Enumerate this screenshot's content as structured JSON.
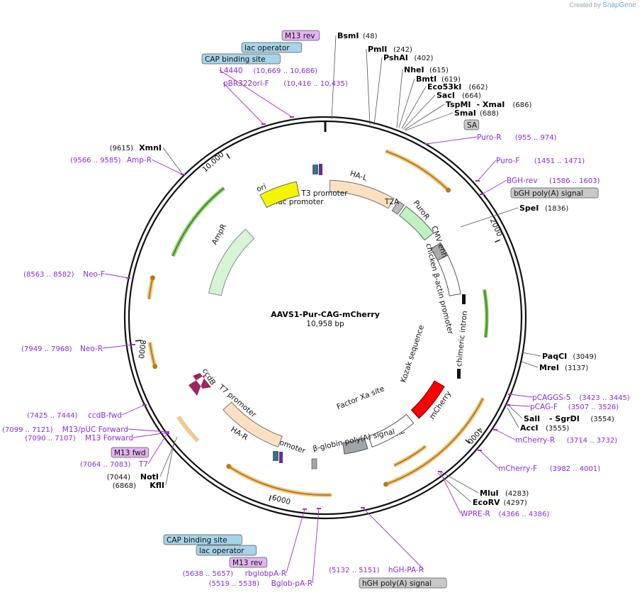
{
  "credit": {
    "prefix": "Created by",
    "brand": "SnapGene"
  },
  "plasmid": {
    "name": "AAVS1-Pur-CAG-mCherry",
    "size_label": "10,958 bp",
    "length": 10958
  },
  "colors": {
    "orange_arrow": "#e8a33c",
    "green_arrow": "#4a9e2a",
    "primer": "#9b30d9",
    "tag_blue": "#a7d3e8",
    "tag_purple": "#e4b3f2",
    "tag_gray": "#c8c8c8"
  },
  "ruler_labels": [
    "2000",
    "4000",
    "6000",
    "8000",
    "10,000"
  ],
  "sites": [
    {
      "name": "BsmI",
      "pos": "(48)"
    },
    {
      "name": "PmlI",
      "pos": "(242)"
    },
    {
      "name": "PshAI",
      "pos": "(402)"
    },
    {
      "name": "NheI",
      "pos": "(615)"
    },
    {
      "name": "BmtI",
      "pos": "(619)"
    },
    {
      "name": "Eco53kI",
      "pos": "(662)"
    },
    {
      "name": "SacI",
      "pos": "(664)"
    },
    {
      "name": "TspMI",
      "name2": "XmaI",
      "pos": "(686)"
    },
    {
      "name": "SmaI",
      "pos": "(688)"
    },
    {
      "name": "SpeI",
      "pos": "(1836)"
    },
    {
      "name": "PaqCI",
      "pos": "(3049)"
    },
    {
      "name": "MreI",
      "pos": "(3137)"
    },
    {
      "name": "SalI",
      "name2": "SgrDI",
      "pos": "(3554)"
    },
    {
      "name": "AccI",
      "pos": "(3555)"
    },
    {
      "name": "MluI",
      "pos": "(4283)"
    },
    {
      "name": "EcoRV",
      "pos": "(4297)"
    },
    {
      "name": "KflI",
      "pos": "(6868)"
    },
    {
      "name": "NotI",
      "pos": "(7044)"
    },
    {
      "name": "XmnI",
      "pos": "(9615)"
    }
  ],
  "primers": [
    {
      "name": "Puro-R",
      "pos": "(955 .. 974)"
    },
    {
      "name": "Puro-F",
      "pos": "(1451 .. 1471)"
    },
    {
      "name": "BGH-rev",
      "pos": "(1586 .. 1603)"
    },
    {
      "name": "pCAGGS-5",
      "pos": "(3423 .. 3445)"
    },
    {
      "name": "pCAG-F",
      "pos": "(3507 .. 3526)"
    },
    {
      "name": "mCherry-R",
      "pos": "(3714 .. 3732)"
    },
    {
      "name": "mCherry-F",
      "pos": "(3982 .. 4001)"
    },
    {
      "name": "WPRE-R",
      "pos": "(4366 .. 4386)"
    },
    {
      "name": "hGH-PA-R",
      "pos": "(5132 .. 5151)"
    },
    {
      "name": "Bglob-pA-R",
      "pos": "(5519 .. 5538)"
    },
    {
      "name": "rbglobpA-R",
      "pos": "(5638 .. 5657)"
    },
    {
      "name": "T7",
      "pos": "(7064 .. 7083)"
    },
    {
      "name": "M13 Forward",
      "pos": "(7090 .. 7107)"
    },
    {
      "name": "M13/pUC Forward",
      "pos": "(7099 .. 7121)"
    },
    {
      "name": "ccdB-fwd",
      "pos": "(7425 .. 7444)"
    },
    {
      "name": "Neo-R",
      "pos": "(7949 .. 7968)"
    },
    {
      "name": "Neo-F",
      "pos": "(8563 .. 8582)"
    },
    {
      "name": "Amp-R",
      "pos": "(9566 .. 9585)"
    },
    {
      "name": "pBR322ori-F",
      "pos": "(10,416 .. 10,435)"
    },
    {
      "name": "L4440",
      "pos": "(10,669 .. 10,686)"
    }
  ],
  "tags": [
    "M13 rev",
    "lac operator",
    "CAP binding site",
    "SA",
    "bGH poly(A) signal",
    "M13 fwd",
    "CAP binding site",
    "lac operator",
    "M13 rev",
    "hGH poly(A) signal"
  ],
  "features": [
    "HA-L",
    "T3 promoter",
    "lac promoter",
    "ori",
    "AmpR",
    "T2A",
    "PuroR",
    "CMV enhancer",
    "chicken β-actin promoter",
    "chimeric intron",
    "Kozak sequence",
    "Factor Xa site",
    "mCherry",
    "WPRE",
    "β-globin poly(A) signal",
    "lac promoter",
    "HA-R",
    "T7 promoter",
    "ccdB"
  ]
}
